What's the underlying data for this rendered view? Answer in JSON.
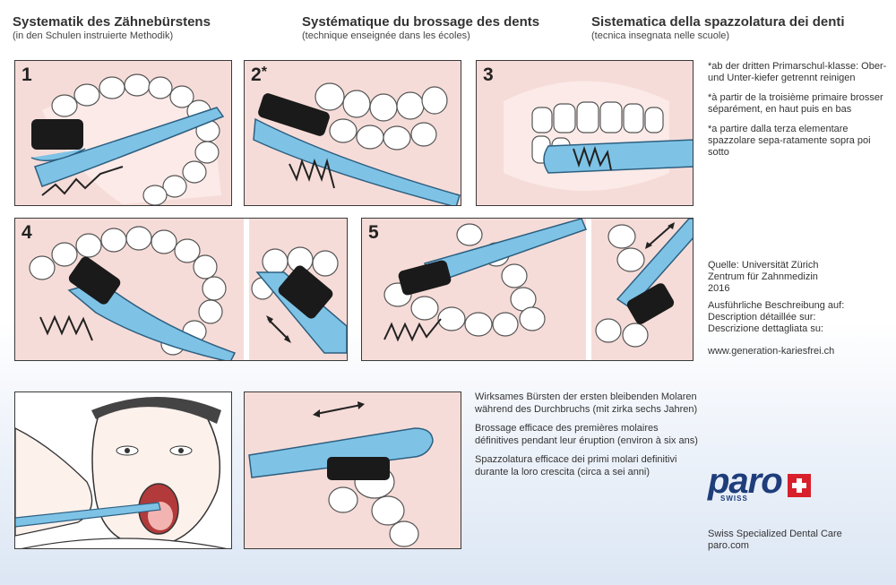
{
  "headers": [
    {
      "title": "Systematik des Zähnebürstens",
      "subtitle": "(in den Schulen instruierte Methodik)"
    },
    {
      "title": "Systématique du brossage des dents",
      "subtitle": "(technique enseignée dans les écoles)"
    },
    {
      "title": "Sistematica della spazzolatura dei denti",
      "subtitle": "(tecnica insegnata nelle scuole)"
    }
  ],
  "panels": {
    "p1": "1",
    "p2": "2",
    "p2_star": "*",
    "p3": "3",
    "p4": "4",
    "p5": "5"
  },
  "notes": [
    "*ab der dritten Primarschul-klasse: Ober- und Unter-kiefer getrennt reinigen",
    "*à partir de la troisième primaire brosser séparément, en haut puis en bas",
    "*a partire dalla terza elementare spazzolare sepa-ratamente sopra poi sotto"
  ],
  "source": {
    "label": "Quelle: Universität Zürich",
    "line2": "Zentrum für Zahnmedizin",
    "year": "2016",
    "desc_de": "Ausführliche Beschreibung auf:",
    "desc_fr": "Description détaillée sur:",
    "desc_it": "Descrizione dettagliata su:",
    "url": "www.generation-kariesfrei.ch"
  },
  "molar_text": [
    "Wirksames Bürsten der ersten bleibenden Molaren während des Durchbruchs (mit zirka sechs Jahren)",
    "Brossage efficace des premières molaires définitives pendant leur éruption (environ à six ans)",
    "Spazzolatura efficace dei primi molari definitivi durante la loro crescita (circa a sei anni)"
  ],
  "brand": {
    "logo_word": "paro",
    "logo_sub": "SWISS",
    "tagline": "Swiss Specialized Dental Care",
    "site": "paro.com",
    "color_blue": "#1e3d7a",
    "color_red": "#d8202c"
  },
  "colors": {
    "brush": "#7ec3e6",
    "gum": "#f6dcd8",
    "bristle": "#1a1a1a"
  }
}
